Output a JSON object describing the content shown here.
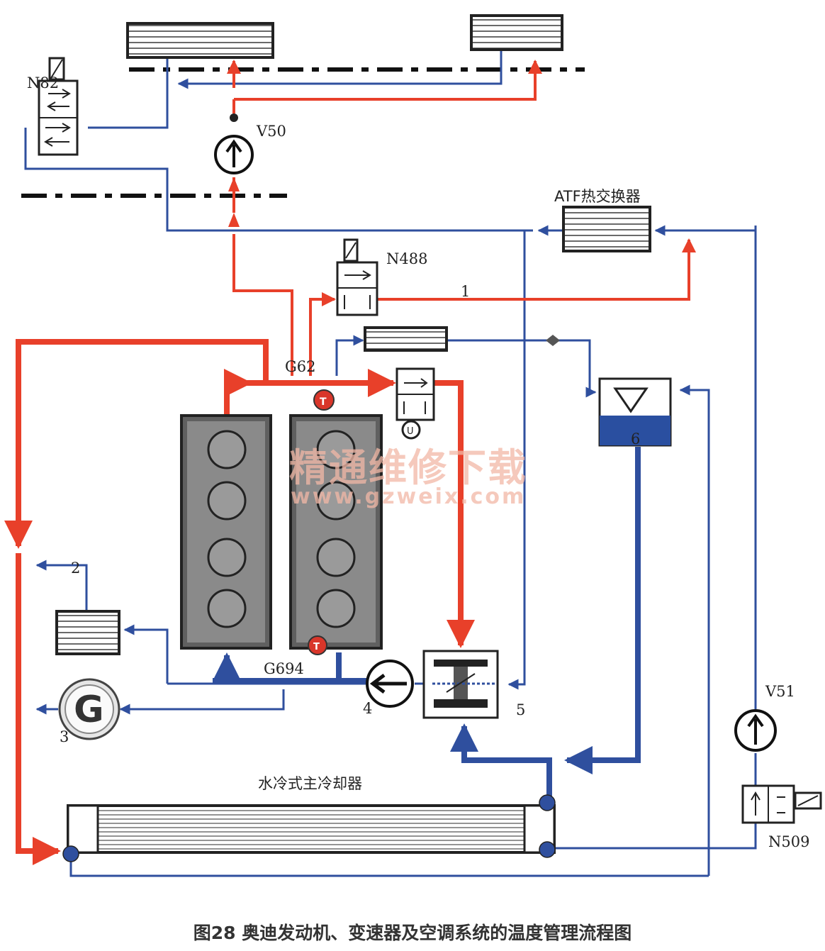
{
  "labels": {
    "n82": "N82",
    "v50": "V50",
    "atf": "ATF热交换器",
    "n488": "N488",
    "one": "1",
    "g62": "G62",
    "two": "2",
    "three": "3",
    "four": "4",
    "five": "5",
    "six": "6",
    "g694": "G694",
    "v51": "V51",
    "main_cooler": "水冷式主冷却器",
    "n509": "N509"
  },
  "watermark": {
    "line1": "精通维修下载",
    "line2": "www.gzweix.com"
  },
  "caption": "图28 奥迪发动机、变速器及空调系统的温度管理流程图",
  "colors": {
    "hot": "#e8402a",
    "cold": "#2f4f9e",
    "block": "#555555",
    "reservoir": "#2a4fa0"
  }
}
